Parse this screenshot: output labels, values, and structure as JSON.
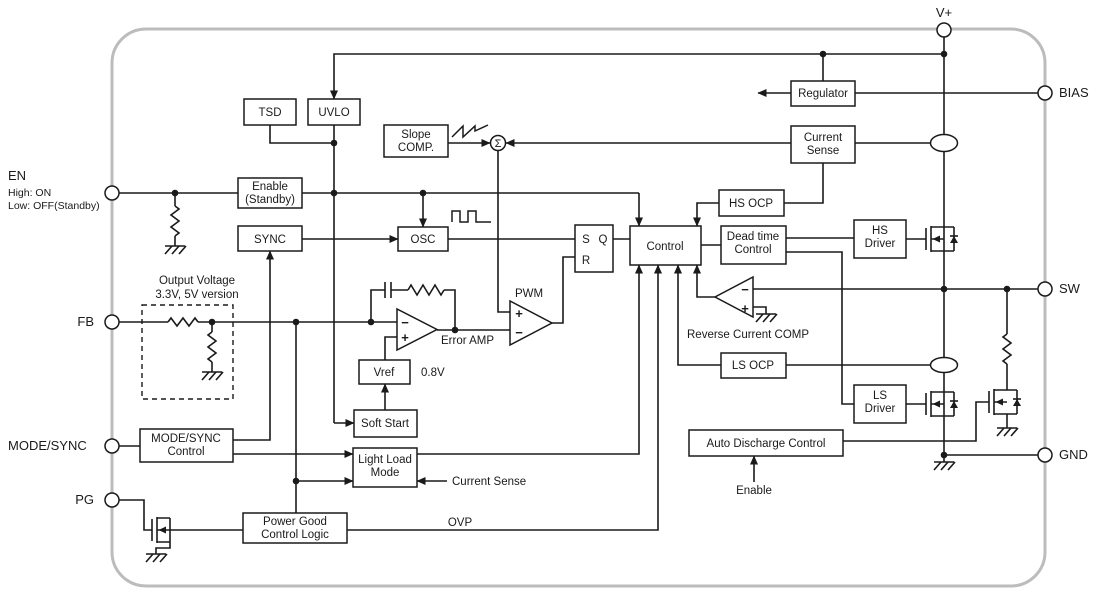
{
  "title": "DC/DC converter functional block diagram",
  "colors": {
    "wire": "#1a1a1a",
    "chip_border": "#bcbcbc",
    "background": "#ffffff"
  },
  "pins": {
    "vplus": "V+",
    "bias": "BIAS",
    "sw": "SW",
    "gnd": "GND",
    "en": "EN",
    "fb": "FB",
    "mode_sync": "MODE/SYNC",
    "pg": "PG"
  },
  "pin_notes": {
    "en_high": "High: ON",
    "en_low": "Low: OFF(Standby)"
  },
  "blocks": {
    "tsd": "TSD",
    "uvlo": "UVLO",
    "slope1": "Slope",
    "slope2": "COMP.",
    "enable1": "Enable",
    "enable2": "(Standby)",
    "sync": "SYNC",
    "osc": "OSC",
    "regulator": "Regulator",
    "current_sense1": "Current",
    "current_sense2": "Sense",
    "hs_ocp": "HS OCP",
    "ff_s": "S",
    "ff_q": "Q",
    "ff_r": "R",
    "control": "Control",
    "deadtime1": "Dead time",
    "deadtime2": "Control",
    "hs_driver1": "HS",
    "hs_driver2": "Driver",
    "ls_ocp": "LS OCP",
    "ls_driver1": "LS",
    "ls_driver2": "Driver",
    "vref": "Vref",
    "soft_start": "Soft Start",
    "mode_sync1": "MODE/SYNC",
    "mode_sync2": "Control",
    "llm1": "Light Load",
    "llm2": "Mode",
    "pgood1": "Power Good",
    "pgood2": "Control Logic",
    "auto_discharge": "Auto Discharge Control"
  },
  "annotations": {
    "pwm": "PWM",
    "error_amp": "Error AMP",
    "vref_value": "0.8V",
    "reverse_comp": "Reverse Current COMP",
    "current_sense_in": "Current Sense",
    "ovp": "OVP",
    "enable_in": "Enable",
    "output_voltage1": "Output Voltage",
    "output_voltage2": "3.3V, 5V version",
    "sigma": "Σ",
    "plus": "+",
    "minus": "−"
  }
}
